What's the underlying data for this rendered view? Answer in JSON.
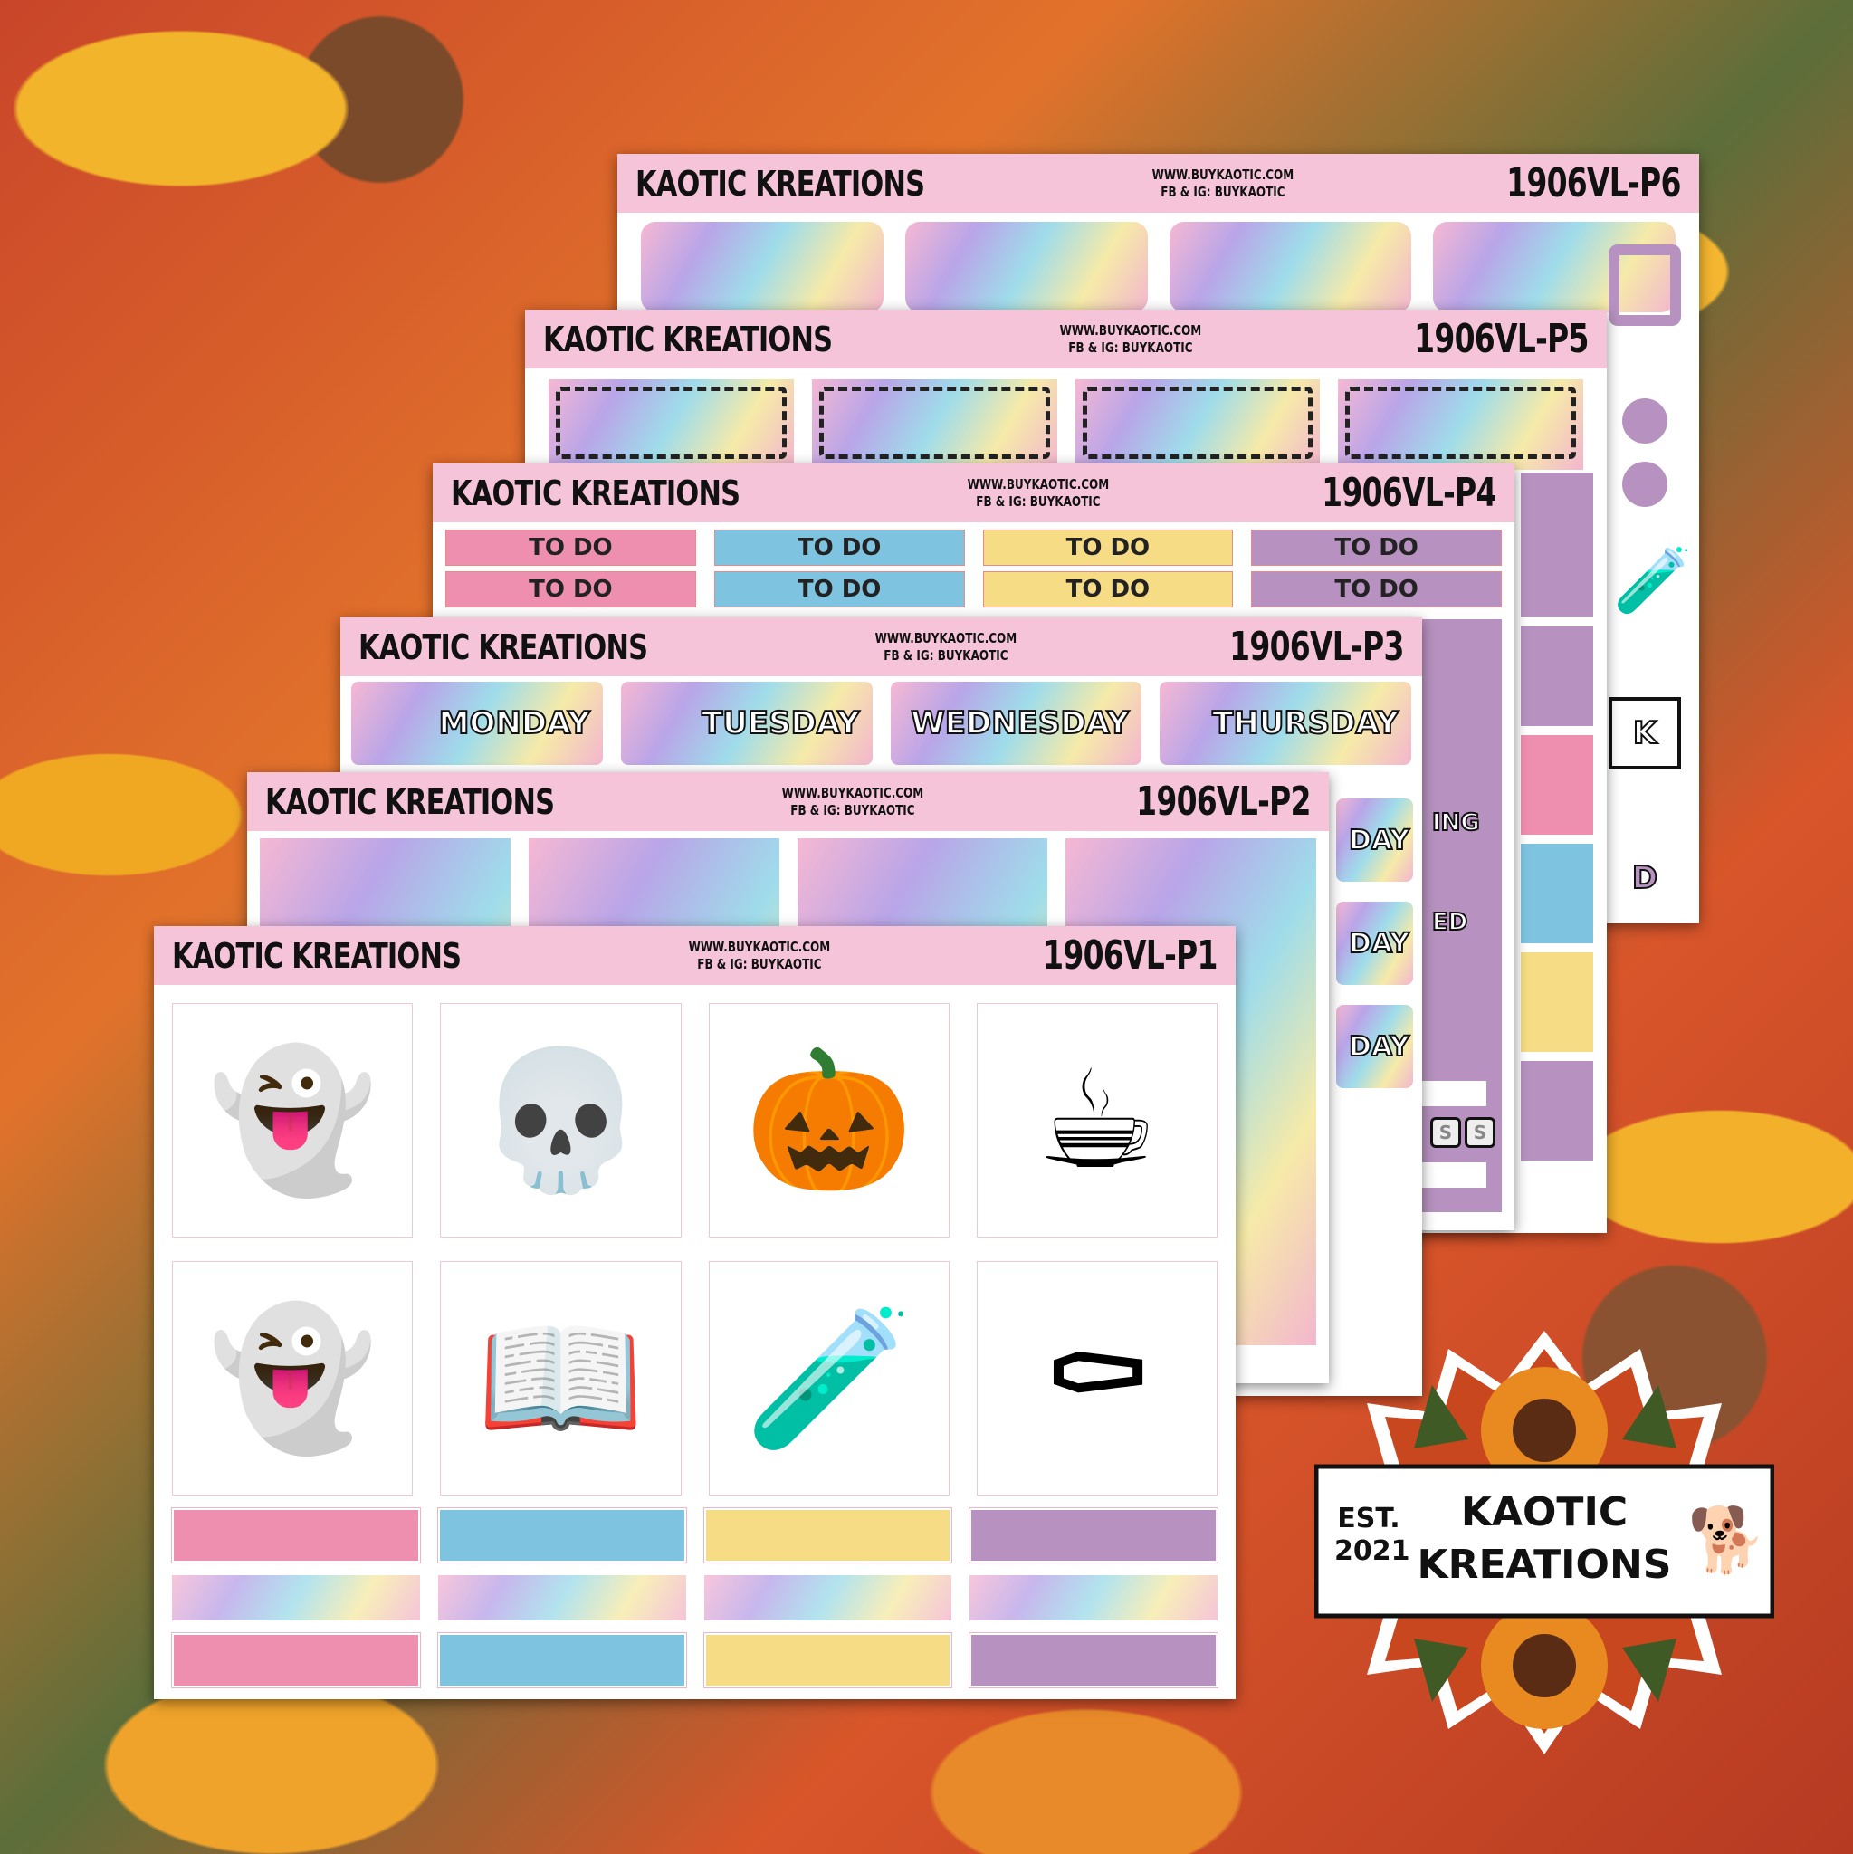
{
  "sheets": [
    {
      "brand": "KAOTIC KREATIONS",
      "website": "WWW.BUYKAOTIC.COM",
      "social": "FB & IG: BUYKAOTIC",
      "code": "1906VL-P6"
    },
    {
      "brand": "KAOTIC KREATIONS",
      "website": "WWW.BUYKAOTIC.COM",
      "social": "FB & IG: BUYKAOTIC",
      "code": "1906VL-P5"
    },
    {
      "brand": "KAOTIC KREATIONS",
      "website": "WWW.BUYKAOTIC.COM",
      "social": "FB & IG: BUYKAOTIC",
      "code": "1906VL-P4"
    },
    {
      "brand": "KAOTIC KREATIONS",
      "website": "WWW.BUYKAOTIC.COM",
      "social": "FB & IG: BUYKAOTIC",
      "code": "1906VL-P3"
    },
    {
      "brand": "KAOTIC KREATIONS",
      "website": "WWW.BUYKAOTIC.COM",
      "social": "FB & IG: BUYKAOTIC",
      "code": "1906VL-P2"
    },
    {
      "brand": "KAOTIC KREATIONS",
      "website": "WWW.BUYKAOTIC.COM",
      "social": "FB & IG: BUYKAOTIC",
      "code": "1906VL-P1"
    }
  ],
  "p4": {
    "todo": "TO DO"
  },
  "p3": {
    "days": [
      "MONDAY",
      "TUESDAY",
      "WEDNESDAY",
      "THURSDAY"
    ],
    "partial_day": "DAY",
    "partial_a": "ING",
    "partial_b": "ED",
    "s_label": "S"
  },
  "p6": {
    "partial_k": "K",
    "partial_d": "D"
  },
  "logo": {
    "est": "EST.",
    "year": "2021",
    "line1": "KAOTIC",
    "line2": "KREATIONS"
  },
  "colors": {
    "pink": "#ef8fb0",
    "blue": "#7ec3e0",
    "yellow": "#f5dc85",
    "purple": "#b792c0",
    "header": "#f5c4d8"
  }
}
